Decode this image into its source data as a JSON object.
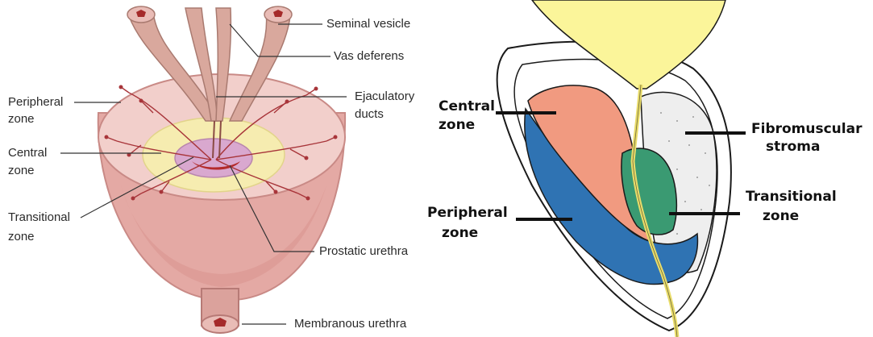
{
  "left": {
    "labels": {
      "seminal_vesicle": "Seminal vesicle",
      "vas_deferens": "Vas deferens",
      "ejaculatory_1": "Ejaculatory",
      "ejaculatory_2": "ducts",
      "peripheral_1": "Peripheral",
      "peripheral_2": "zone",
      "central_1": "Central",
      "central_2": "zone",
      "transitional_1": "Transitional",
      "transitional_2": "zone",
      "prostatic_urethra": "Prostatic urethra",
      "membranous_urethra": "Membranous urethra"
    }
  },
  "right": {
    "labels": {
      "central_1": "Central",
      "central_2": "zone",
      "peripheral_1": "Peripheral",
      "peripheral_2": "zone",
      "fibromuscular_1": "Fibromuscular",
      "fibromuscular_2": "stroma",
      "transitional_1": "Transitional",
      "transitional_2": "zone"
    }
  },
  "colors": {
    "gland_body": "#e4a9a4",
    "gland_dark": "#c98a86",
    "cut_surface": "#f2cfcb",
    "central_zone_left": "#f6ecb0",
    "transitional_zone_left": "#d9a8cf",
    "urethra_red": "#b42b2b",
    "duct_tan": "#c99a8a",
    "bladder_yellow": "#fbf59a",
    "central_zone_right": "#f19a80",
    "peripheral_zone_right": "#2f73b3",
    "transitional_zone_right": "#3a9a72",
    "stroma_gray": "#eeeeee"
  }
}
